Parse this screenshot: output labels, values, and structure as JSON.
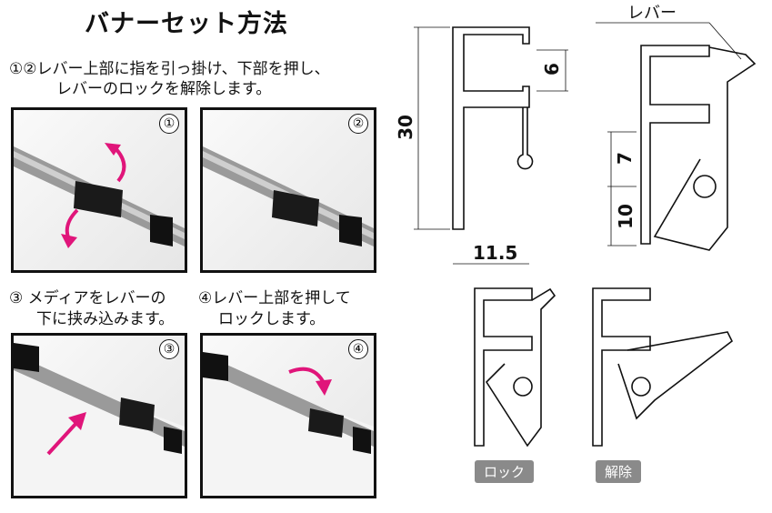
{
  "title": "バナーセット方法",
  "steps": {
    "s12_line1": "①②レバー上部に指を引っ掛け、下部を押し、",
    "s12_line2": "レバーのロックを解除します。",
    "s3_line1": "③ メディアをレバーの",
    "s3_line2": "下に挟み込みます。",
    "s4_line1": "④レバー上部を押して",
    "s4_line2": "ロックします。"
  },
  "panels": [
    "①",
    "②",
    "③",
    "④"
  ],
  "diagram": {
    "lever_label": "レバー",
    "dim_6": "6",
    "dim_30": "30",
    "dim_11_5": "11.5",
    "dim_7": "7",
    "dim_10": "10",
    "lock_label": "ロック",
    "release_label": "解除"
  },
  "colors": {
    "arrow": "#e0157a",
    "badge": "#8a8a8a"
  }
}
